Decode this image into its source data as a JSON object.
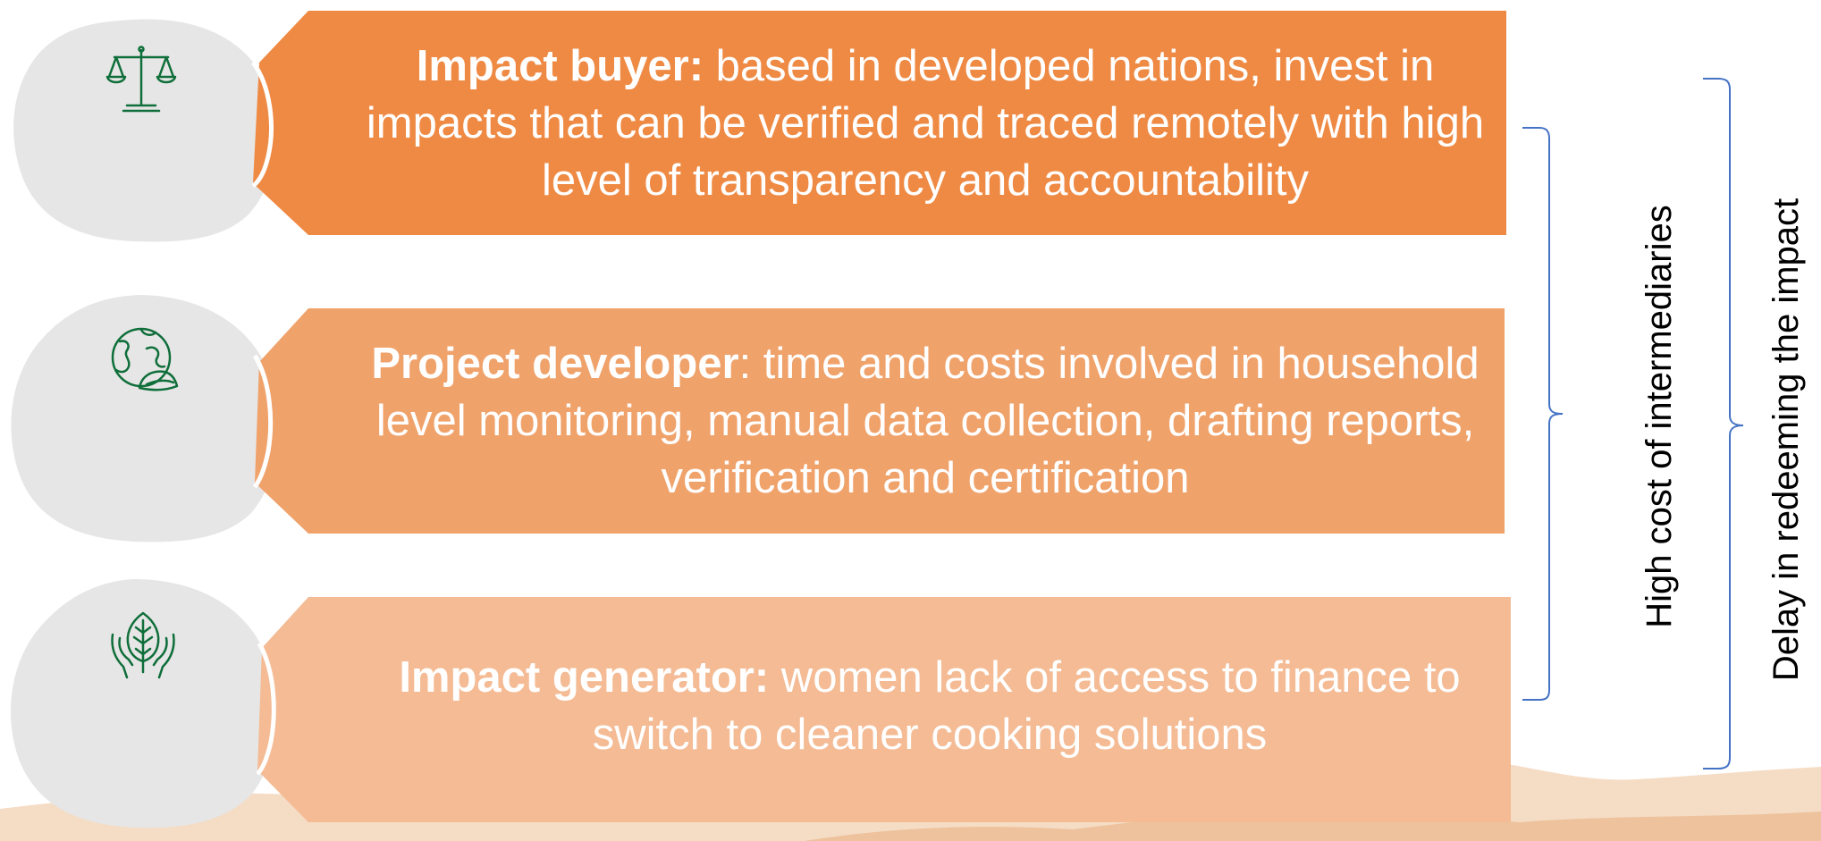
{
  "colors": {
    "banner_top": "#ef8a44",
    "banner_mid": "#f0a26b",
    "banner_bottom": "#f4bb94",
    "circle": "#e6e6e6",
    "icon_green": "#0f6e3a",
    "brace_blue": "#4472c4",
    "mountain": "#e9b07e"
  },
  "stakeholders": [
    {
      "role": "Impact buyer:",
      "description": " based in developed nations, invest in impacts that can be verified and traced remotely with high level of  transparency and accountability",
      "icon": "scales-of-justice-icon"
    },
    {
      "role": "Project developer",
      "description": ": time and costs involved in household level monitoring, manual data collection, drafting reports, verification and certification",
      "icon": "globe-leaf-icon"
    },
    {
      "role": "Impact generator:",
      "description": " women lack of access to finance to switch to cleaner cooking solutions",
      "icon": "hands-holding-leaf-icon"
    }
  ],
  "braces": {
    "inner_label": "High cost of intermediaries",
    "outer_label": "Delay in redeeming  the impact"
  }
}
